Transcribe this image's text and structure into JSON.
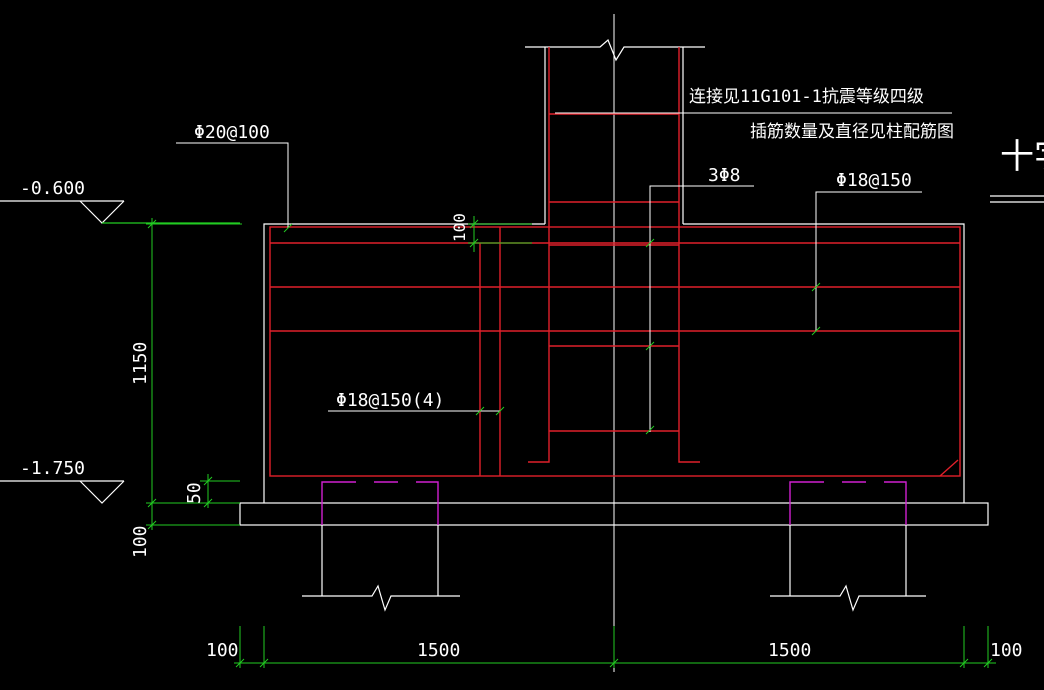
{
  "colors": {
    "background": "#000000",
    "outline": "#ffffff",
    "rebar": "#e0202a",
    "dimension": "#22cc22",
    "pile_cap_rebar": "#d020d0",
    "text": "#ffffff"
  },
  "labels": {
    "connection_note_1": "连接见11G101-1抗震等级四级",
    "connection_note_2": "插筋数量及直径见柱配筋图",
    "stirrup_3phi8": "3Φ8",
    "top_bar": "Φ20@100",
    "right_bar": "Φ18@150",
    "stirrup_4leg": "Φ18@150(4)",
    "elev_top": "-0.600",
    "elev_bottom": "-1.750",
    "partial_title": "十字"
  },
  "dimensions": {
    "d_100_cover_top": "100",
    "d_1150_height": "1150",
    "d_50_gap": "50",
    "d_100_base": "100",
    "d_100_left": "100",
    "d_1500_left": "1500",
    "d_1500_right": "1500",
    "d_100_right": "100"
  }
}
